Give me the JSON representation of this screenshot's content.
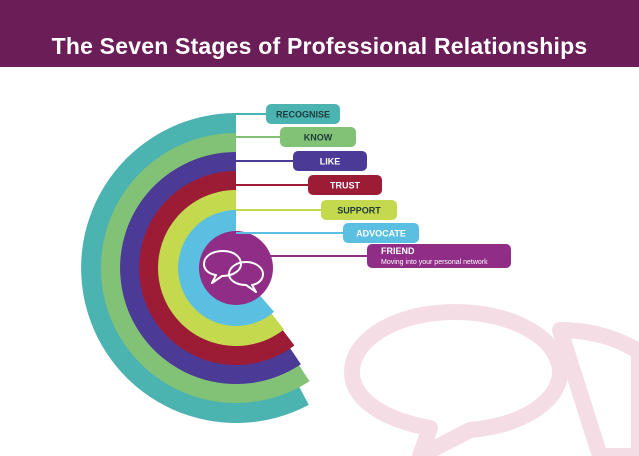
{
  "header": {
    "title": "The Seven Stages of Professional Relationships"
  },
  "diagram": {
    "stages": [
      {
        "label": "RECOGNISE",
        "color": "#4bb3b0"
      },
      {
        "label": "KNOW",
        "color": "#82c277"
      },
      {
        "label": "LIKE",
        "color": "#4b3a96"
      },
      {
        "label": "TRUST",
        "color": "#9c1c36"
      },
      {
        "label": "SUPPORT",
        "color": "#c4d94e"
      },
      {
        "label": "ADVOCATE",
        "color": "#5bbfe2"
      },
      {
        "label": "FRIEND",
        "sublabel": "Moving into your personal network",
        "color": "#8f2d87"
      }
    ],
    "center_icon": "speech-bubbles-icon",
    "background_icon": "speech-bubbles-watermark-icon"
  }
}
